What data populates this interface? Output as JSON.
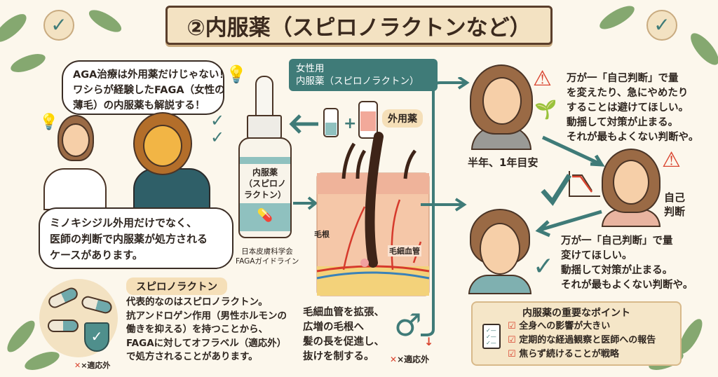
{
  "title": "②内服薬（スピロノラクトンなど）",
  "intro_bubble": {
    "lines": [
      "AGA治療は外用薬だけじゃない！",
      "ワシらが経験したFAGA（女性の",
      "薄毛）の内服薬も解説する！"
    ]
  },
  "note_bubble": {
    "lines": [
      "ミノキシジル外用だけでなく、",
      "医師の判断で内服薬が処方される",
      "ケースがあります。"
    ]
  },
  "women_label": {
    "lines": [
      "女性用",
      "内服薬（スピロノラクトン）"
    ]
  },
  "bottle_label": {
    "lines": [
      "内服薬",
      "（スピロノ",
      "ラクトン）"
    ]
  },
  "guideline_caption": {
    "lines": [
      "日本皮膚科学会",
      "FAGAガイドライン"
    ]
  },
  "topical_badge": "外用薬",
  "skin_labels": {
    "root": "毛根",
    "capillary": "毛細血管"
  },
  "mechanism_text": {
    "lines": [
      "毛細血管を拡張、",
      "広増の毛根へ",
      "髪の長を促進し、",
      "抜けを制する。"
    ]
  },
  "off_label_mark": "×適応外",
  "spiro": {
    "heading": "スピロノラクトン",
    "lines": [
      "代表的なのはスピロノラクトン。",
      "抗アンドロゲン作用（男性ホルモンの",
      "働きを抑える）を持つことから、",
      "FAGAに対してオフラベル（適応外）",
      "で処方されることがあります。"
    ]
  },
  "warning_text": {
    "lines": [
      "万が一「自己判断」で量",
      "を変えたり、急にやめたり",
      "することは避けてほしい。",
      "動揺して対策が止まる。",
      "それが最もよくない判断や。"
    ]
  },
  "timeframe": "半年、1年目安",
  "self_judgment": {
    "lines": [
      "自己",
      "判断"
    ]
  },
  "advice_text": {
    "lines": [
      "万が一「自己判断」で量",
      "変けてほしい。",
      "動揺して対策が止まる。",
      "それが最もよくない判断や。"
    ]
  },
  "points": {
    "title": "内服薬の重要なポイント",
    "items": [
      "全身への影響が大きい",
      "定期的な経過観察と医師への報告",
      "焦らず続けることが戦略"
    ]
  },
  "colors": {
    "teal": "#3f7b78",
    "brown": "#5a3e2b",
    "red": "#d9442f",
    "cream": "#f3e2c2"
  }
}
